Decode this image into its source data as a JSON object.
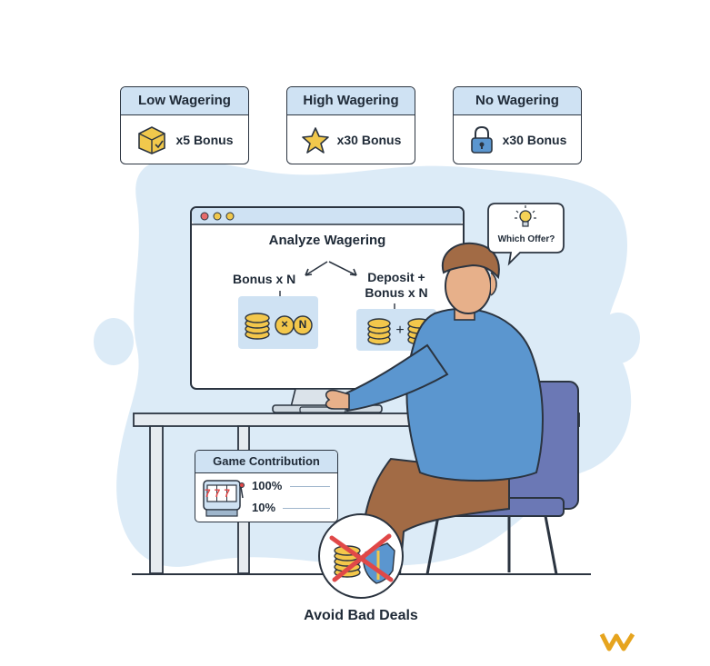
{
  "cards": [
    {
      "title": "Low Wagering",
      "value": "x5 Bonus",
      "icon": "box-check-icon"
    },
    {
      "title": "High Wagering",
      "value": "x30 Bonus",
      "icon": "star-icon"
    },
    {
      "title": "No Wagering",
      "value": "x30 Bonus",
      "icon": "padlock-icon"
    }
  ],
  "monitor": {
    "title": "Analyze Wagering",
    "left_formula": "Bonus x N",
    "right_formula_line1": "Deposit +",
    "right_formula_line2": "Bonus x N",
    "multiply_symbol": "×",
    "n_symbol": "N",
    "plus_symbol": "+"
  },
  "bubble": {
    "text": "Which Offer?"
  },
  "game_contribution": {
    "title": "Game Contribution",
    "slot_digits": "777",
    "rows": [
      "100%",
      "10%"
    ]
  },
  "footer": {
    "caption": "Avoid Bad Deals"
  },
  "colors": {
    "blob": "#dcebf7",
    "header_fill": "#cfe2f3",
    "coin": "#f3c74b",
    "shirt": "#5b96cf",
    "pants": "#a26b45",
    "chair": "#6b78b5",
    "cross": "#e04848",
    "logo": "#e6a41e"
  }
}
